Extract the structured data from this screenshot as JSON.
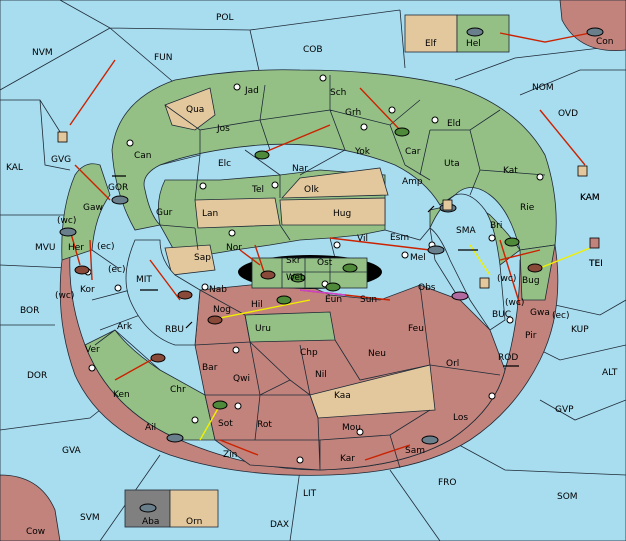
{
  "colors": {
    "sea": "#a8dcef",
    "green_power": "#94c086",
    "red_power": "#c1837c",
    "tan_power": "#e4c89d",
    "order_arrow": "#cc2200",
    "support_line": "#f0f000",
    "convoy_line": "#cc44cc"
  },
  "sea_labels": [
    "POL",
    "NVM",
    "FUN",
    "COB",
    "KAL",
    "OVD",
    "NOM",
    "KAM",
    "MVU",
    "TEI",
    "BOR",
    "KUP",
    "ALT",
    "DOR",
    "GVP",
    "GVA",
    "SOM",
    "FRO",
    "SVM",
    "LIT",
    "DAX",
    "MIT",
    "RBU",
    "GOR",
    "SMA",
    "BUC",
    "ROD"
  ],
  "land_labels": [
    "Elf",
    "Hel",
    "Con",
    "Jad",
    "Sch",
    "Qua",
    "Jos",
    "Grh",
    "Eld",
    "Can",
    "Car",
    "Elc",
    "Nar",
    "Yok",
    "Uta",
    "Kat",
    "Amp",
    "Tel",
    "Olk",
    "Gur",
    "Rie",
    "Lan",
    "Hug",
    "Gaw",
    "Vil",
    "Esm",
    "Bri",
    "Nor",
    "Skr",
    "Her",
    "Mel",
    "Sap",
    "Web",
    "Ost",
    "Kor",
    "Nab",
    "Bug",
    "Obs",
    "Eun",
    "Sun",
    "Hil",
    "Nog",
    "Gwa",
    "Ark",
    "Uru",
    "Feu",
    "Pir",
    "Ver",
    "Chp",
    "Neu",
    "Bar",
    "Qwi",
    "Nil",
    "Orl",
    "Ken",
    "Chr",
    "Kaa",
    "Los",
    "Ail",
    "Sot",
    "Rot",
    "Mou",
    "Zin",
    "Kar",
    "Sam",
    "Aba",
    "Orn",
    "Cow",
    "GVG",
    "KAM",
    "TEI"
  ],
  "coast_labels": [
    "(wc)",
    "(ec)",
    "(ec)",
    "(wc)",
    "(wc)",
    "(wc)",
    "(ec)"
  ]
}
